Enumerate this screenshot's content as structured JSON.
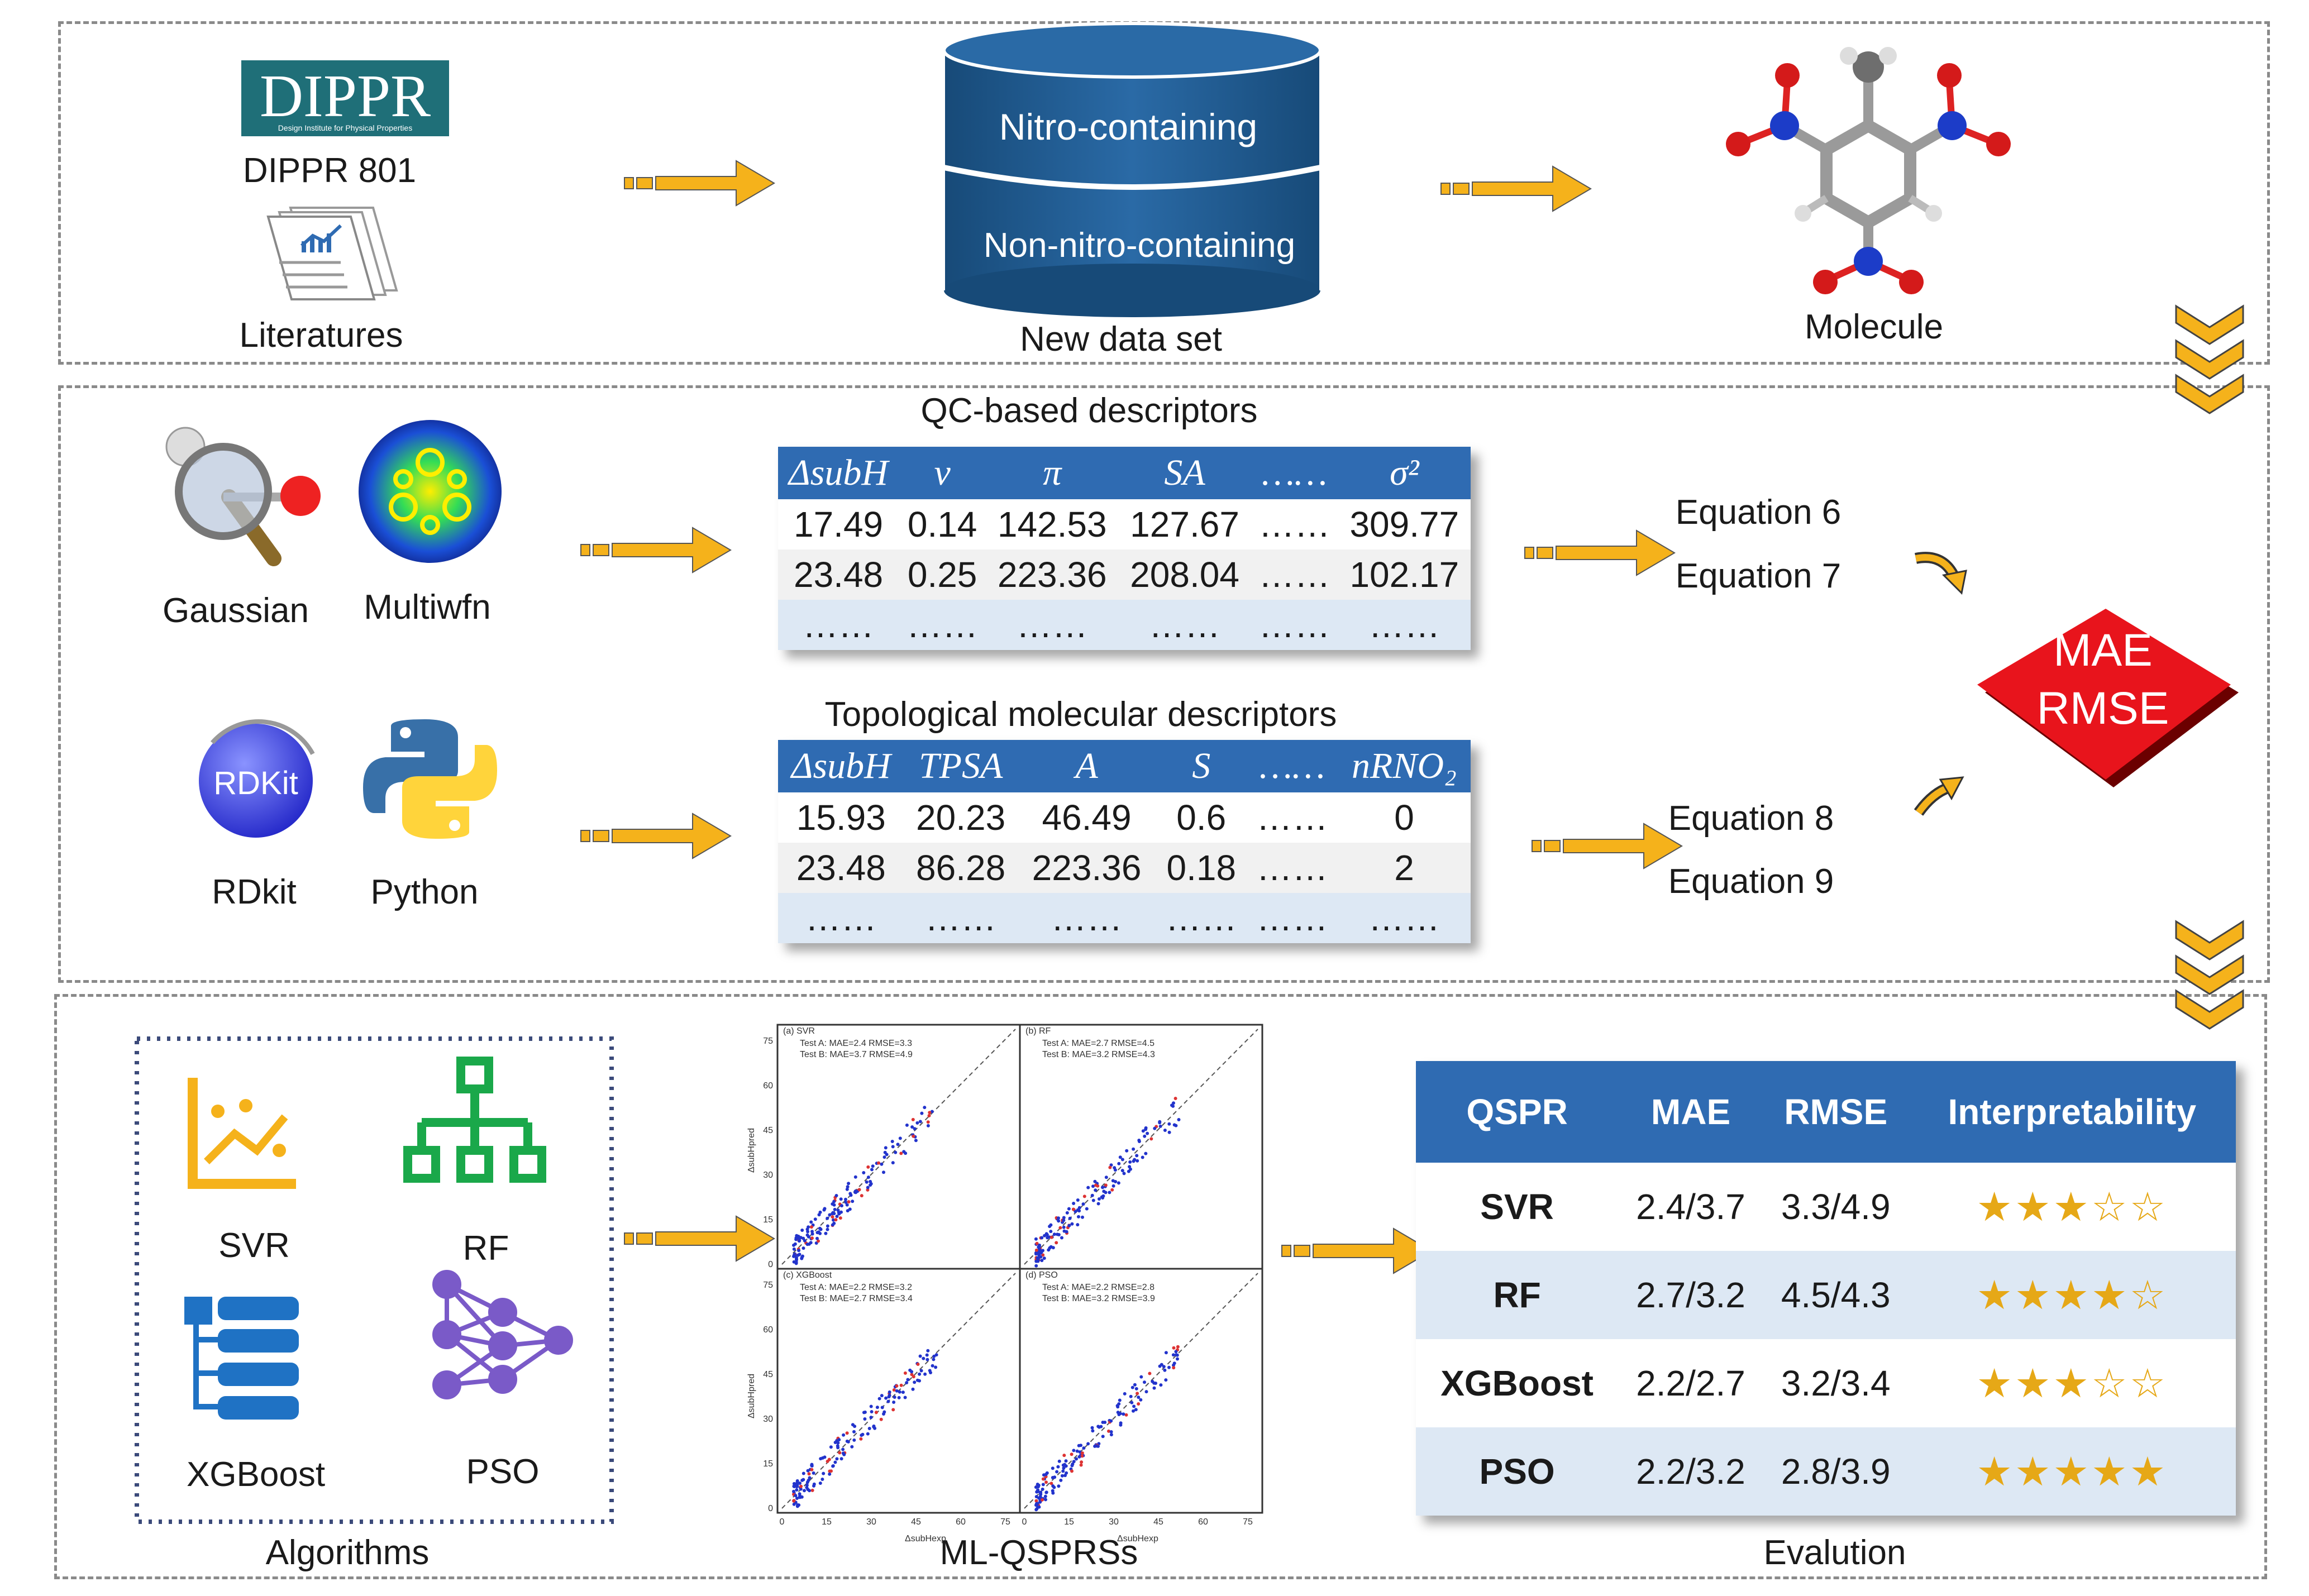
{
  "sources": {
    "dippr_logo_text": "DIPPR",
    "dippr_logo_subtitle": "Design Institute for Physical Properties",
    "dippr_label": "DIPPR 801",
    "literature_label": "Literatures"
  },
  "dataset": {
    "top_label": "Nitro-containing",
    "bottom_label": "Non-nitro-containing",
    "caption": "New data set"
  },
  "molecule": {
    "caption": "Molecule"
  },
  "qc": {
    "title": "QC-based descriptors",
    "tools": [
      "Gaussian",
      "Multiwfn"
    ],
    "headers": [
      "ΔsubH",
      "ν",
      "π",
      "SA",
      "……",
      "σ²"
    ],
    "rows": [
      [
        "17.49",
        "0.14",
        "142.53",
        "127.67",
        "……",
        "309.77"
      ],
      [
        "23.48",
        "0.25",
        "223.36",
        "208.04",
        "……",
        "102.17"
      ],
      [
        "……",
        "……",
        "……",
        "……",
        "……",
        "……"
      ]
    ],
    "equations": [
      "Equation 6",
      "Equation 7"
    ]
  },
  "topo": {
    "title": "Topological molecular descriptors",
    "tools": [
      "RDkit",
      "Python"
    ],
    "rdkit_logo_text": "RDKit",
    "headers": [
      "ΔsubH",
      "TPSA",
      "A",
      "S",
      "……",
      "nRNO₂"
    ],
    "rows": [
      [
        "15.93",
        "20.23",
        "46.49",
        "0.6",
        "……",
        "0"
      ],
      [
        "23.48",
        "86.28",
        "223.36",
        "0.18",
        "……",
        "2"
      ],
      [
        "……",
        "……",
        "……",
        "……",
        "……",
        "……"
      ]
    ],
    "equations": [
      "Equation 8",
      "Equation 9"
    ]
  },
  "metrics_badge": {
    "line1": "MAE",
    "line2": "RMSE"
  },
  "algorithms": {
    "items": [
      "SVR",
      "RF",
      "XGBoost",
      "PSO"
    ],
    "caption": "Algorithms"
  },
  "qsprs": {
    "caption": "ML-QSPRSs",
    "x_label": "ΔsubHexp",
    "y_label": "ΔsubHpred",
    "ticks": [
      "0",
      "15",
      "30",
      "45",
      "60",
      "75"
    ],
    "panels": [
      {
        "title": "(a) SVR",
        "testA": "Test A: MAE=2.4 RMSE=3.3",
        "testB": "Test B: MAE=3.7 RMSE=4.9"
      },
      {
        "title": "(b) RF",
        "testA": "Test A: MAE=2.7 RMSE=4.5",
        "testB": "Test B: MAE=3.2 RMSE=4.3"
      },
      {
        "title": "(c) XGBoost",
        "testA": "Test A: MAE=2.2 RMSE=3.2",
        "testB": "Test B: MAE=2.7 RMSE=3.4"
      },
      {
        "title": "(d) PSO",
        "testA": "Test A: MAE=2.2 RMSE=2.8",
        "testB": "Test B: MAE=3.2 RMSE=3.9"
      }
    ]
  },
  "evaluation": {
    "caption": "Evalution",
    "headers": [
      "QSPR",
      "MAE",
      "RMSE",
      "Interpretability"
    ],
    "rows": [
      {
        "name": "SVR",
        "mae": "2.4/3.7",
        "rmse": "3.3/4.9",
        "stars": 3
      },
      {
        "name": "RF",
        "mae": "2.7/3.2",
        "rmse": "4.5/4.3",
        "stars": 4
      },
      {
        "name": "XGBoost",
        "mae": "2.2/2.7",
        "rmse": "3.2/3.4",
        "stars": 3
      },
      {
        "name": "PSO",
        "mae": "2.2/3.2",
        "rmse": "2.8/3.9",
        "stars": 5
      }
    ]
  },
  "colors": {
    "accent_blue": "#2f6bb2",
    "arrow": "#f5b21b",
    "badge_red": "#e8141c",
    "db_blue": "#1f5d94"
  }
}
